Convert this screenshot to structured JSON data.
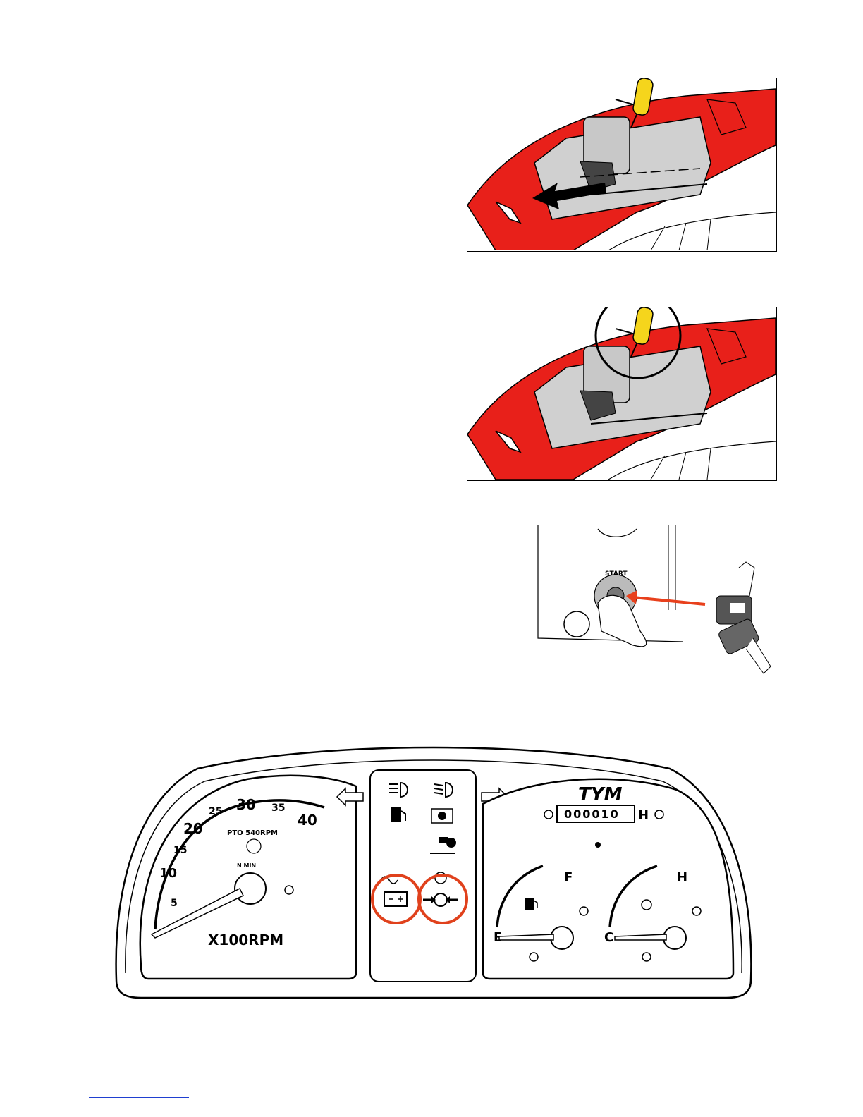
{
  "ignition": {
    "start_label": "START"
  },
  "tachometer": {
    "scale_labels": [
      "5",
      "10",
      "15",
      "20",
      "25",
      "30",
      "35",
      "40"
    ],
    "pto_label": "PTO 540RPM",
    "n_min_label": "N MIN",
    "unit_label": "X100RPM"
  },
  "hour_meter": {
    "brand": "TYM",
    "digits": "000010",
    "unit": "H"
  },
  "fuel_gauge": {
    "empty_label": "E",
    "full_label": "F"
  },
  "temp_gauge": {
    "cold_label": "C",
    "hot_label": "H"
  },
  "colors": {
    "fender_red": "#e8201a",
    "screwdriver_yellow": "#f5d51c",
    "highlight_circle": "#e0411c",
    "arrow_orange": "#e8401c"
  },
  "icons": [
    "headlight-low-icon",
    "headlight-high-icon",
    "fuel-icon",
    "pto-icon",
    "tractor-trailer-icon",
    "glow-plug-icon",
    "brake-icon",
    "battery-icon",
    "oil-pressure-icon",
    "left-turn-arrow-icon",
    "right-turn-arrow-icon"
  ]
}
